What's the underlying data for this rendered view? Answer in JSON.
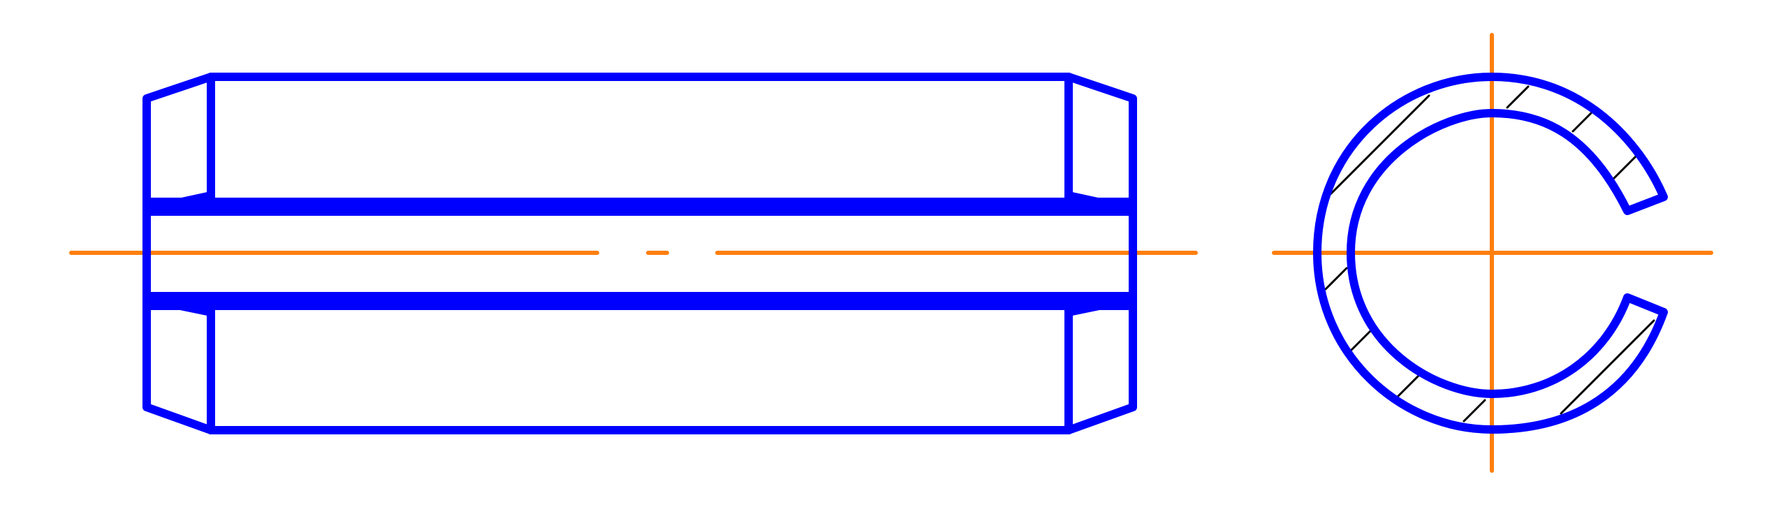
{
  "diagram": {
    "kind": "technical-drawing",
    "views": [
      "side-view",
      "end-view"
    ],
    "colors": {
      "outline": "#0000ff",
      "centerline": "#ff7f0e",
      "hatch": "#000000",
      "background": "#ffffff"
    }
  }
}
